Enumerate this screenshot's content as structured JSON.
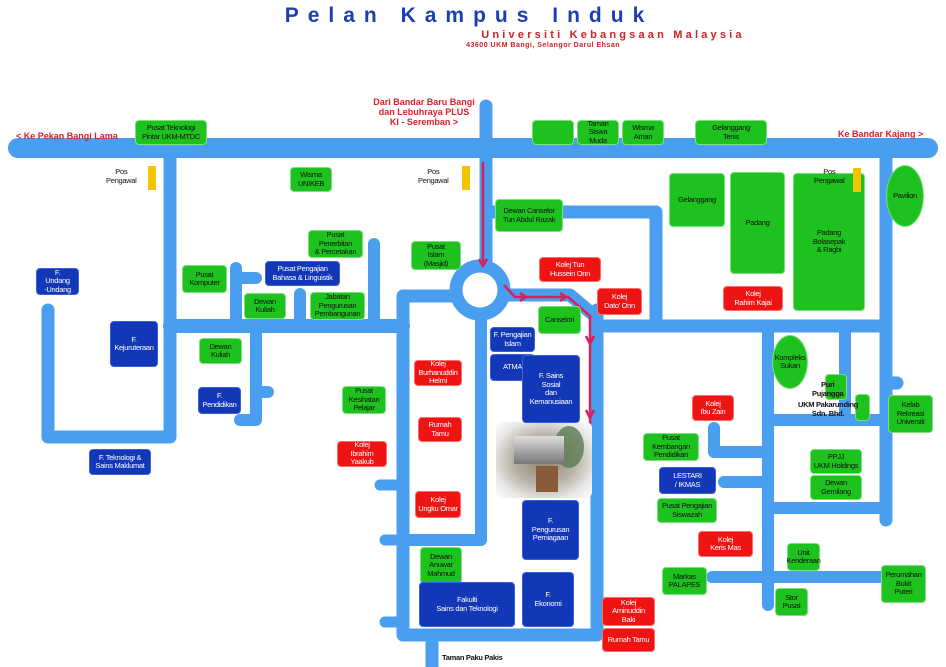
{
  "header": {
    "title": "Pelan Kampus Induk",
    "subtitle": "Universiti Kebangsaan Malaysia",
    "address": "43600 UKM Bangi, Selangor Darul Ehsan"
  },
  "directions": {
    "west": "< Ke Pekan Bangi Lama",
    "east": "Ke Bandar Kajang >",
    "north": "Dari Bandar Baru Bangi\ndan Lebuhraya PLUS\nKl - Seremban >",
    "south": "Taman Paku Pakis"
  },
  "posts": {
    "label": "Pos\nPengawal"
  },
  "colors": {
    "road": "#4a9ef0",
    "facility": "#1ec21e",
    "faculty": "#1238b8",
    "college": "#ef1414",
    "guard_post": "#f5c400",
    "route_arrow": "#d6215a"
  },
  "buildings": {
    "mtdc": "Pusat Teknologi\nPintar UKM-MTDC",
    "unikeb": "Wisma\nUNIKEB",
    "taman_siswa": "Taman Siswa\nMuda",
    "wisma_aman": "Wisma\nAman",
    "gelanggang_tenis": "Gelanggang\nTenis",
    "dewan_canselor": "Dewan  Canselor\nTun Abdul Razak",
    "penerbitan": "Pusat\nPenerbitan\n& Percetakan",
    "pusat_islam": "Pusat\nIslam\n(Masjid)",
    "pusat_komputer": "Pusat\nKomputer",
    "dewan_kuliah_1": "Dewan\nKuliah",
    "jabatan_pembangunan": "Jabatan\nPengurusan\nPembangunan",
    "dewan_kuliah_2": "Dewan\nKuliah",
    "kesihatan": "Pusat\nKesihatan\nPelajar",
    "gelanggang": "Gelanggang",
    "padang": "Padang",
    "padang_bolasepak": "Padang\nBolasepak\n& Ragbi",
    "pavilion": "Pavilion",
    "canselori": "Canselori",
    "kompleks_sukan": "Kompleks\nSukan",
    "puri_pujangga": "Puri\nPujangga",
    "pakarunding": "UKM Pakarunding\nSdn. Bhd.",
    "kelab_rekreasi": "Kelab\nRekreasi\nUniversiti",
    "kembangan": "Pusat\nKembangan\nPendidikan",
    "ppjj": "PPJJ\nUKM Holdings",
    "dewan_gemilang": "Dewan\nGemilang",
    "siswazah": "Pusat Pengajian\nSiswazah",
    "anuwar": "Dewan\nAnuwar\nMahmud",
    "unit_kenderaan": "Unit\nKenderaan",
    "palapes": "Markas\nPALAPES",
    "bukit_puteri": "Perumahan\nBukit\nPuteri",
    "stor": "Stor\nPusat",
    "f_undang": "F.\nUndang\n-Undang",
    "f_kejuruteraan": "F.\nKejuruteraan",
    "bahasa": "Pusat Pengajian\nBahasa & Linguistik",
    "f_pendidikan": "F.\nPendidikan",
    "f_ftsm": "F. Teknologi &\nSains Maklumat",
    "f_islam": "F. Pengajian\nIslam",
    "atma": "ATMA",
    "f_sains_sosial": "F. Sains\nSosial\ndan\nKemanusiaan",
    "lestari": "LESTARI\n/ IKMAS",
    "f_perniagaan": "F.\nPengurusan\nPerniagaan",
    "fst": "Fakulti\nSains dan Teknologi",
    "f_ekonomi": "F.\nEkonomi",
    "k_tun_hussein": "Kolej Tun\nHussein Onn",
    "k_dato_onn": "Kolej\nDato' Onn",
    "k_rahim_kajai": "Kolej\nRahim Kajai",
    "k_burhanuddin": "Kolej\nBurhanuddin\nHelmi",
    "rumah_tamu_1": "Rumah\nTamu",
    "k_ibrahim": "Kolej\nIbrahim\nYaakub",
    "k_ibu_zain": "Kolej\nIbu Zain",
    "k_ungku_omar": "Kolej\nUngku Omar",
    "k_keris_mas": "Kolej\nKeris Mas",
    "k_aminuddin": "Kolej\nAminuddin\nBaki",
    "rumah_tamu_2": "Rumah Tamu"
  }
}
